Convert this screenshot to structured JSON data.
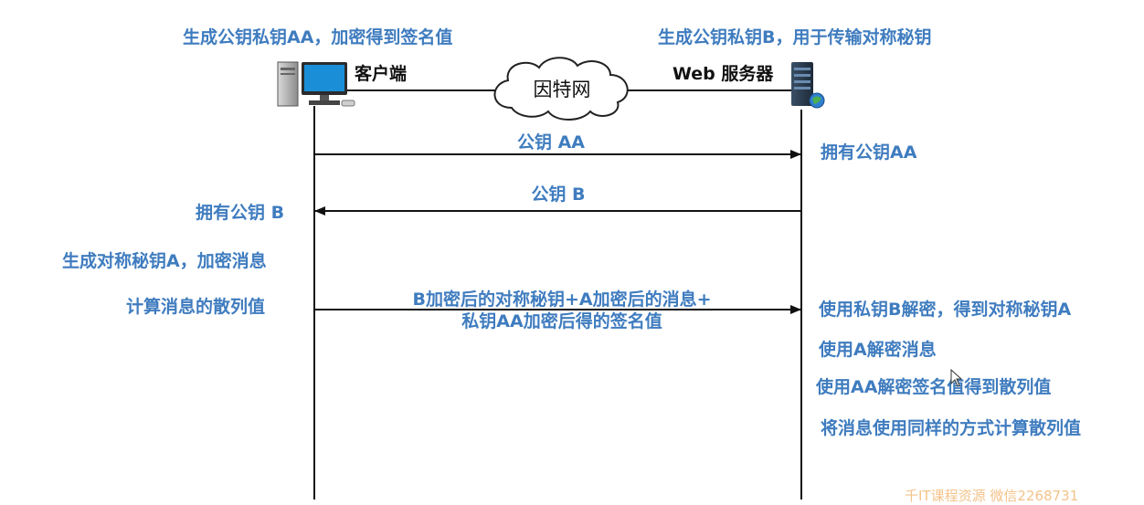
{
  "client": {
    "label": "客户端",
    "caption": "生成公钥私钥AA，加密得到签名值",
    "steps": [
      "拥有公钥 B",
      "生成对称秘钥A，加密消息",
      "计算消息的散列值"
    ]
  },
  "server": {
    "label": "Web 服务器",
    "caption": "生成公钥私钥B，用于传输对称秘钥",
    "steps": [
      "拥有公钥AA",
      "使用私钥B解密，得到对称秘钥A",
      "使用A解密消息",
      "使用AA解密签名值得到散列值",
      "将消息使用同样的方式计算散列值"
    ]
  },
  "network": {
    "label": "因特网"
  },
  "messages": [
    {
      "label": "公钥 AA",
      "direction": "client-to-server"
    },
    {
      "label": "公钥 B",
      "direction": "server-to-client"
    },
    {
      "label_line1": "B加密后的对称秘钥+A加密后的消息+",
      "label_line2": "私钥AA加密后得的签名值",
      "direction": "client-to-server"
    }
  ],
  "watermark": "千IT课程资源 微信2268731",
  "colors": {
    "label": "#3f7cbf",
    "line": "#111111",
    "monitor": "#1a8fd8",
    "watermark": "#f3c38a"
  }
}
